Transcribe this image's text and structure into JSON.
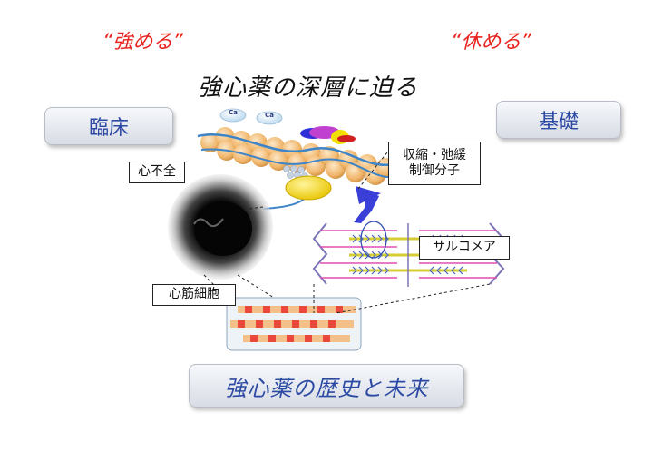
{
  "top_labels": {
    "left": "“強める”",
    "right": "“休める”"
  },
  "title": "強心薬の深層に迫る",
  "side_buttons": {
    "clinical": "臨床",
    "basic": "基礎"
  },
  "labels": {
    "heart_failure": "心不全",
    "contraction_line1": "収縮・弛緩",
    "contraction_line2": "制御分子",
    "sarcomere": "サルコメア",
    "cardiomyocyte": "心筋細胞",
    "calcium_1": "Ca",
    "calcium_2": "Ca"
  },
  "bottom_button": "強心薬の歴史と未来",
  "colors": {
    "accent_red": "#e8231f",
    "button_text": "#2c4aa3",
    "filament_orange": "#f0b56a",
    "actin_blue": "#3d84c8",
    "arrow_blue": "#3a3fd8",
    "myosin_yellow": "#f2d400"
  }
}
